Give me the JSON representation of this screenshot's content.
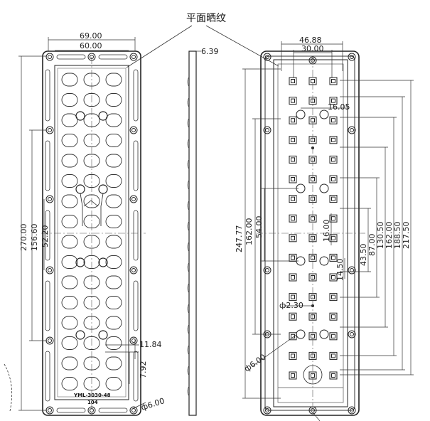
{
  "title": "平面晒纹",
  "left_view": {
    "width_outer": "69.00",
    "width_inner": "60.00",
    "height_total": "270.00",
    "height_mid": "156.60",
    "height_small": "52.20",
    "hole_offset": "11.84",
    "hole_pitch": "7.92",
    "hole_dia": "ф6.00",
    "model": "YML-3030-48",
    "model_code": "104"
  },
  "side_view": {
    "thickness": "6.39"
  },
  "right_view": {
    "width_outer": "46.88",
    "width_inner": "30.00",
    "dim_16_05": "16.05",
    "dim_247_77": "247.77",
    "dim_162_00": "162.00",
    "dim_54_00": "54.00",
    "dim_16_00": "16.00",
    "dim_43_50": "43.50",
    "dim_14_50": "14.50",
    "dim_87_00": "87.00",
    "dim_130_50": "130.50",
    "dim_162_b": "162.00",
    "dim_188_50": "188.50",
    "dim_217_50": "217.50",
    "pin_dia": "ф2.30",
    "hole_dia": "ф6.00"
  }
}
